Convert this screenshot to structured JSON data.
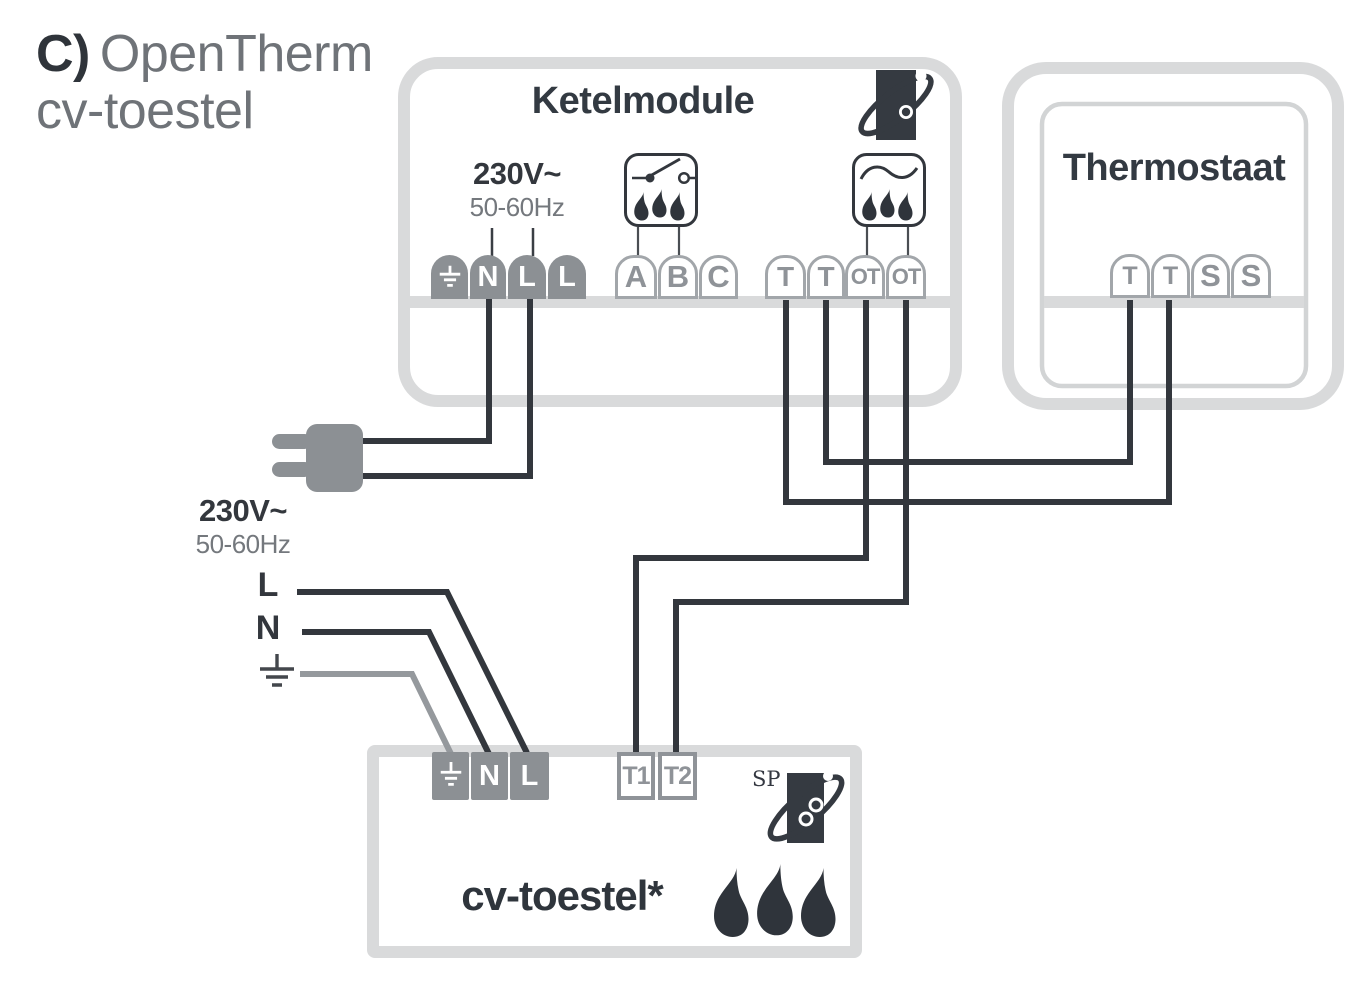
{
  "title": {
    "prefix": "C)",
    "name": "OpenTherm",
    "line2": "cv-toestel"
  },
  "ketelmodule": {
    "label": "Ketelmodule",
    "power": {
      "voltage": "230V~",
      "frequency": "50-60Hz"
    },
    "power_terminals": [
      "N",
      "L",
      "L"
    ],
    "relay_terminals": [
      "A",
      "B",
      "C"
    ],
    "ot_terminals": [
      "T",
      "T",
      "OT",
      "OT"
    ]
  },
  "thermostaat": {
    "label": "Thermostaat",
    "terminals": [
      "T",
      "T",
      "S",
      "S"
    ]
  },
  "mains": {
    "voltage": "230V~",
    "frequency": "50-60Hz",
    "line": "L",
    "neutral": "N"
  },
  "cv_toestel": {
    "label": "cv-toestel*",
    "sp": "SP",
    "power_terminals": [
      "N",
      "L"
    ],
    "ot_terminals": [
      "T1",
      "T2"
    ]
  },
  "colors": {
    "dark": "#33373d",
    "medium_gray": "#8c9094",
    "light_gray": "#d9dadb",
    "terminal_text": "#8f9398",
    "earth_wire": "#95999d"
  }
}
